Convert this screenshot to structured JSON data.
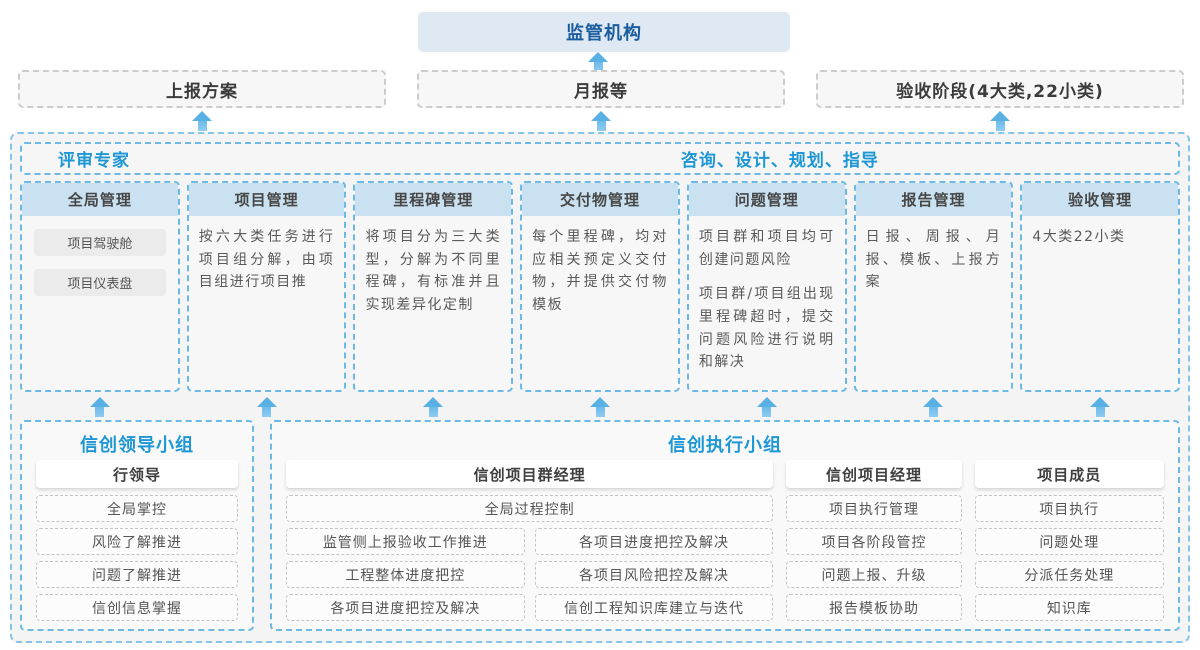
{
  "top": {
    "regulator": "监管机构",
    "outputs": [
      "上报方案",
      "月报等",
      "验收阶段(4大类,22小类)"
    ]
  },
  "middle": {
    "expert_left": "评审专家",
    "expert_right": "咨询、设计、规划、指导",
    "columns": [
      {
        "title": "全局管理",
        "tags": [
          "项目驾驶舱",
          "项目仪表盘"
        ]
      },
      {
        "title": "项目管理",
        "p1": "按六大类任务进行项目组分解，由项目组进行项目推"
      },
      {
        "title": "里程碑管理",
        "p1": "将项目分为三大类型，分解为不同里程碑，有标准并且实现差异化定制"
      },
      {
        "title": "交付物管理",
        "p1": "每个里程碑，均对应相关预定义交付物，并提供交付物模板"
      },
      {
        "title": "问题管理",
        "p1": "项目群和项目均可创建问题风险",
        "p2": "项目群/项目组出现里程碑超时，提交问题风险进行说明和解决"
      },
      {
        "title": "报告管理",
        "p1": "日报、周报、月报、模板、上报方案"
      },
      {
        "title": "验收管理",
        "p1": "4大类22小类"
      }
    ]
  },
  "bottom": {
    "leader_group": {
      "title": "信创领导小组",
      "role": "行领导",
      "items": [
        "全局掌控",
        "风险了解推进",
        "问题了解推进",
        "信创信息掌握"
      ]
    },
    "exec_group": {
      "title": "信创执行小组",
      "pm_group": {
        "role": "信创项目群经理",
        "full_item": "全局过程控制",
        "left_items": [
          "监管侧上报验收工作推进",
          "工程整体进度把控",
          "各项目进度把控及解决"
        ],
        "right_items": [
          "各项目进度把控及解决",
          "各项目风险把控及解决",
          "信创工程知识库建立与迭代"
        ]
      },
      "pm": {
        "role": "信创项目经理",
        "items": [
          "项目执行管理",
          "项目各阶段管控",
          "问题上报、升级",
          "报告模板协助"
        ]
      },
      "member": {
        "role": "项目成员",
        "items": [
          "项目执行",
          "问题处理",
          "分派任务处理",
          "知识库"
        ]
      }
    }
  },
  "colors": {
    "regulator_bg": "#dfe9f4",
    "regulator_text": "#1b5d9f",
    "accent_blue": "#1e97d4",
    "dashed_blue_border": "#6cb9e5",
    "column_header_bg": "#c9e1f1",
    "arrow_blue": "#58b0e3",
    "container_bg": "#f4f4f4"
  }
}
